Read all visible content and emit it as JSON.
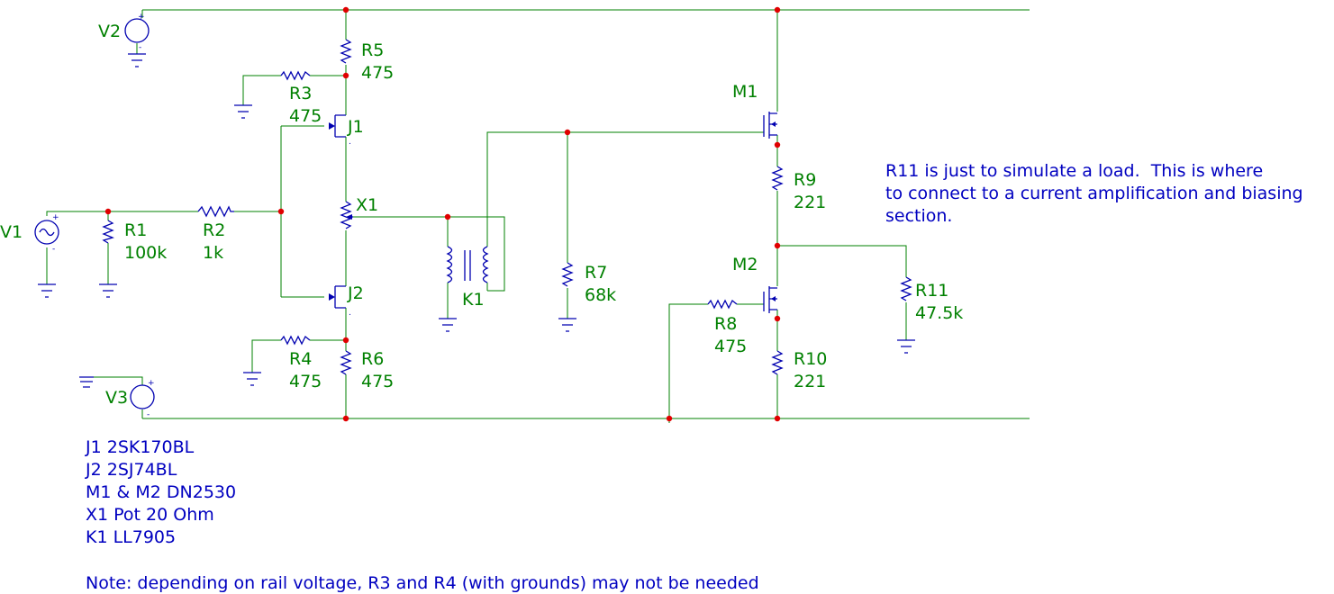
{
  "components": {
    "V1": {
      "name": "V1"
    },
    "V2": {
      "name": "V2"
    },
    "V3": {
      "name": "V3"
    },
    "R1": {
      "name": "R1",
      "value": "100k"
    },
    "R2": {
      "name": "R2",
      "value": "1k"
    },
    "R3": {
      "name": "R3",
      "value": "475"
    },
    "R4": {
      "name": "R4",
      "value": "475"
    },
    "R5": {
      "name": "R5",
      "value": "475"
    },
    "R6": {
      "name": "R6",
      "value": "475"
    },
    "R7": {
      "name": "R7",
      "value": "68k"
    },
    "R8": {
      "name": "R8",
      "value": "475"
    },
    "R9": {
      "name": "R9",
      "value": "221"
    },
    "R10": {
      "name": "R10",
      "value": "221"
    },
    "R11": {
      "name": "R11",
      "value": "47.5k"
    },
    "J1": {
      "name": "J1"
    },
    "J2": {
      "name": "J2"
    },
    "X1": {
      "name": "X1"
    },
    "K1": {
      "name": "K1"
    },
    "M1": {
      "name": "M1"
    },
    "M2": {
      "name": "M2"
    }
  },
  "notes": {
    "load_lines": [
      "R11 is just to simulate a load.  This is where",
      "to connect to a current amplification and biasing",
      "section."
    ],
    "parts_list": [
      "J1 2SK170BL",
      "J2 2SJ74BL",
      "M1 & M2 DN2530",
      "X1 Pot 20 Ohm",
      "K1 LL7905"
    ],
    "footnote": "Note: depending on rail voltage, R3 and R4 (with grounds) may not be needed"
  },
  "colors": {
    "wire": "#008000",
    "component": "#0000b0",
    "node": "#e00000",
    "annotation": "#0000c0"
  }
}
